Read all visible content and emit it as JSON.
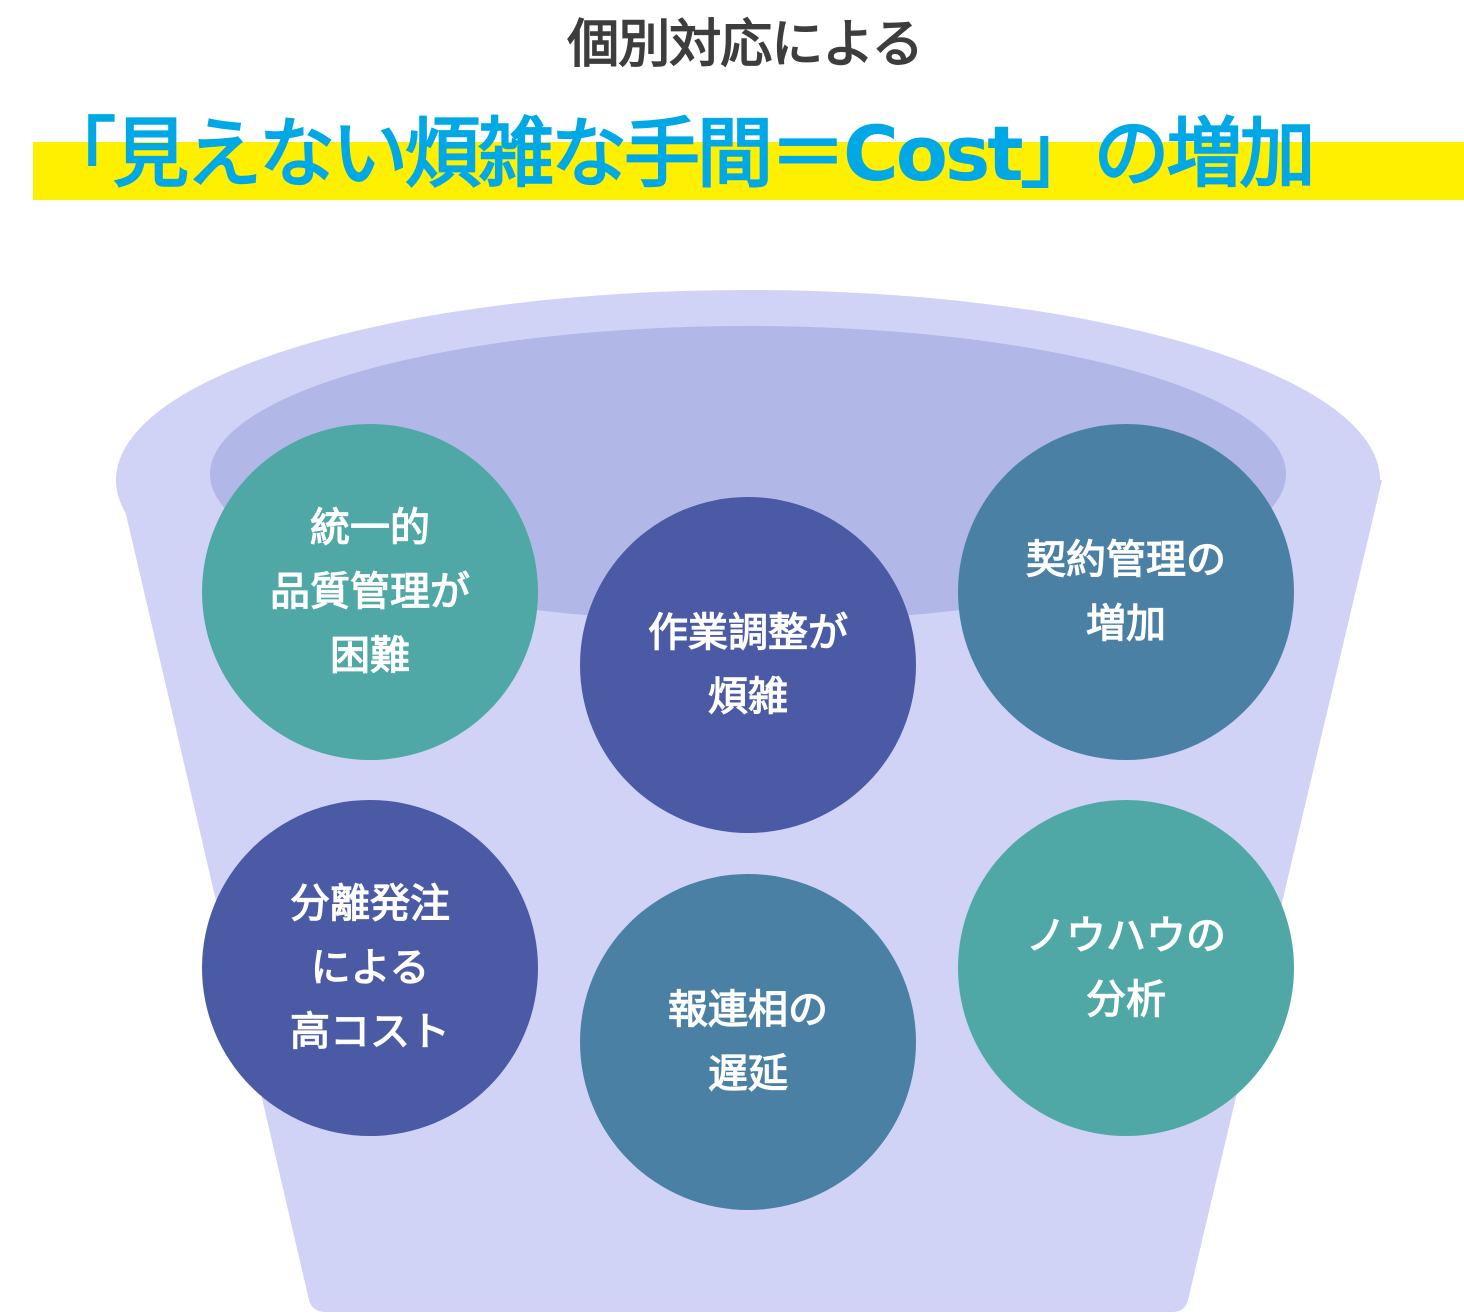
{
  "header": {
    "subtitle": "個別対応による",
    "title": "「見えない煩雑な手間＝Cost」の増加"
  },
  "colors": {
    "teal": "#4fa8a6",
    "indigo": "#4b5aa5",
    "steel": "#4b80a5",
    "bucket": "#d0d3f6",
    "bucket_inner": "#b1b7e6",
    "highlight": "#fff000",
    "title": "#00a9e6"
  },
  "circles": [
    {
      "lines": [
        "統一的",
        "品質管理が",
        "困難"
      ]
    },
    {
      "lines": [
        "作業調整が",
        "煩雑"
      ]
    },
    {
      "lines": [
        "契約管理の",
        "増加"
      ]
    },
    {
      "lines": [
        "分離発注",
        "による",
        "高コスト"
      ]
    },
    {
      "lines": [
        "報連相の",
        "遅延"
      ]
    },
    {
      "lines": [
        "ノウハウの",
        "分析"
      ]
    }
  ]
}
